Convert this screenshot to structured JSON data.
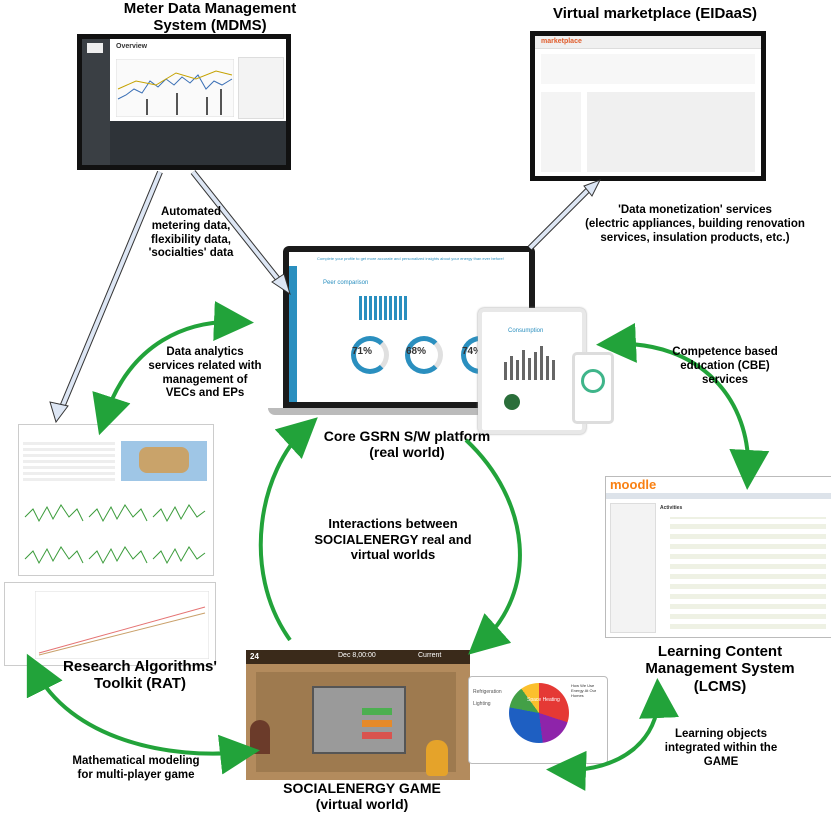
{
  "nodes": {
    "mdms": {
      "title_line1": "Meter Data Management",
      "title_line2": "System (MDMS)"
    },
    "marketplace": {
      "title": "Virtual marketplace (EIDaaS)"
    },
    "core": {
      "title_line1": "Core GSRN S/W platform",
      "title_line2": "(real world)"
    },
    "lcms": {
      "title_line1": "Learning Content",
      "title_line2": "Management System",
      "title_line3": "(LCMS)"
    },
    "rat": {
      "title_line1": "Research Algorithms'",
      "title_line2": "Toolkit (RAT)"
    },
    "game": {
      "title_line1": "SOCIALENERGY GAME",
      "title_line2": "(virtual world)"
    }
  },
  "edges": {
    "mdms_to_core": {
      "line1": "Automated",
      "line2": "metering data,",
      "line3": "flexibility data,",
      "line4": "'socialties' data"
    },
    "core_to_market": {
      "line1": "'Data monetization' services",
      "line2": "(electric appliances, building renovation",
      "line3": "services, insulation products, etc.)"
    },
    "rat_core": {
      "line1": "Data analytics",
      "line2": "services related with",
      "line3": "management of",
      "line4": "VECs and EPs"
    },
    "core_lcms": {
      "line1": "Competence based",
      "line2": "education (CBE)",
      "line3": "services"
    },
    "core_game": {
      "line1": "Interactions between",
      "line2": "SOCIALENERGY real and",
      "line3": "virtual worlds"
    },
    "rat_game": {
      "line1": "Mathematical modeling",
      "line2": "for multi-player game"
    },
    "lcms_game": {
      "line1": "Learning objects",
      "line2": "integrated within the",
      "line3": "GAME"
    }
  },
  "screens": {
    "mdms_overview": "Overview",
    "marketplace_logo": "marketplace",
    "core_banner": "Complete your profile to get more accurate and personalized insights about your energy than ever before!",
    "core_peer": "Peer comparison",
    "core_pct": [
      "71%",
      "68%",
      "74%"
    ],
    "tablet_consumption": "Consumption",
    "moodle_logo": "moodle",
    "moodle_activities": "Activities",
    "game_status": [
      "24",
      "Dec 8,00:00",
      "Current"
    ],
    "pie_note": "How We Use Energy At Our Homes",
    "pie_labels": [
      "Refrigeration",
      "Lighting",
      "Space Heating"
    ]
  },
  "colors": {
    "arrow_green": "#22a33a",
    "arrow_outline": "#333333",
    "accent_blue": "#2a8fbf",
    "moodle_orange": "#f98012"
  }
}
